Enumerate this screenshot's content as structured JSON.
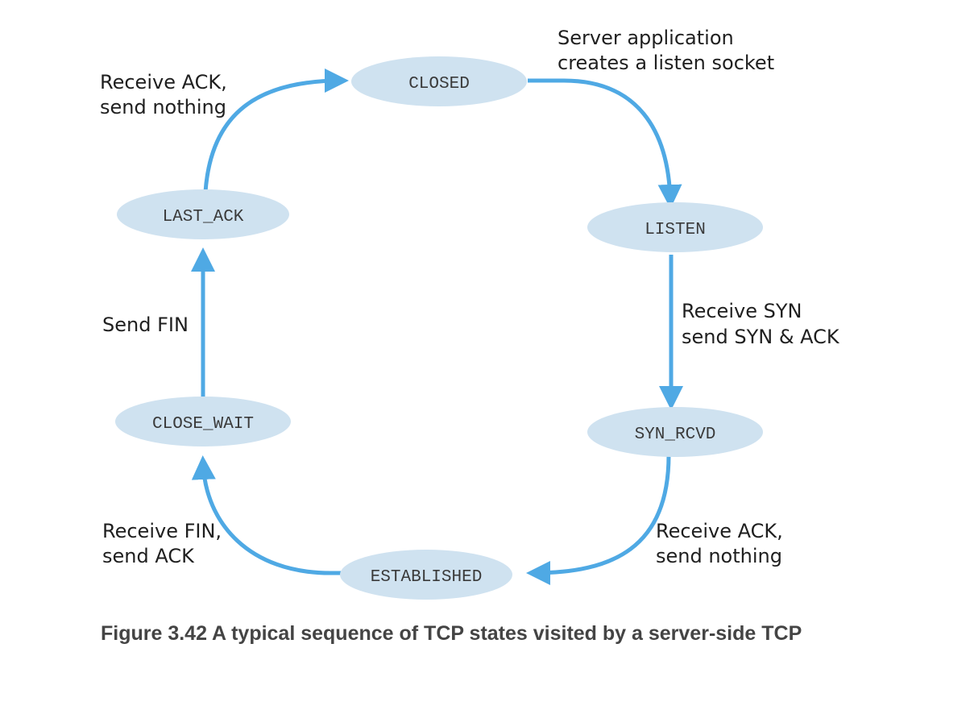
{
  "colors": {
    "state_fill": "#cfe2f0",
    "arrow": "#4fa9e4",
    "text": "#1f1f1f",
    "caption": "#444444"
  },
  "states": {
    "closed": "CLOSED",
    "listen": "LISTEN",
    "syn_rcvd": "SYN_RCVD",
    "established": "ESTABLISHED",
    "close_wait": "CLOSE_WAIT",
    "last_ack": "LAST_ACK"
  },
  "transitions": {
    "closed_to_listen": [
      "Server application",
      "creates a listen socket"
    ],
    "listen_to_syn_rcvd": [
      "Receive SYN",
      "send SYN & ACK"
    ],
    "syn_rcvd_to_established": [
      "Receive ACK,",
      "send nothing"
    ],
    "established_to_close_wait": [
      "Receive FIN,",
      "send ACK"
    ],
    "close_wait_to_last_ack": [
      "Send FIN"
    ],
    "last_ack_to_closed": [
      "Receive ACK,",
      "send nothing"
    ]
  },
  "caption": "Figure 3.42 A typical sequence of TCP states visited by a server-side TCP"
}
